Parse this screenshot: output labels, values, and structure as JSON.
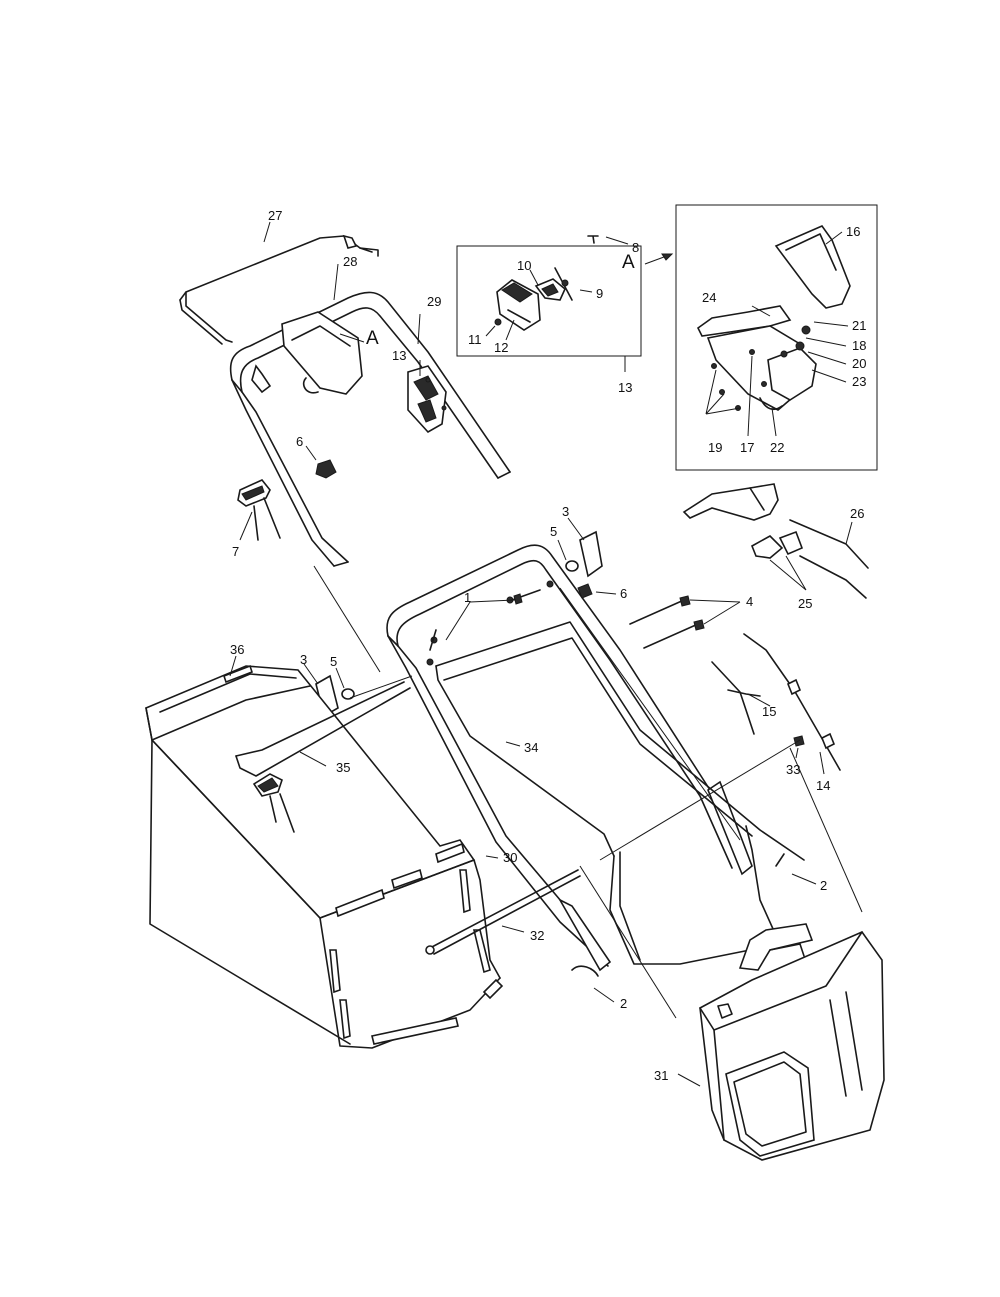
{
  "callouts": {
    "c27": "27",
    "c28": "28",
    "cA1": "A",
    "c29": "29",
    "c13a": "13",
    "c6a": "6",
    "c7": "7",
    "c36": "36",
    "c3a": "3",
    "c5a": "5",
    "c35": "35",
    "c1": "1",
    "c34": "34",
    "c30": "30",
    "c32": "32",
    "c2a": "2",
    "c2b": "2",
    "c3b": "3",
    "c5b": "5",
    "c6b": "6",
    "c4": "4",
    "c15": "15",
    "c33": "33",
    "c14": "14",
    "c26": "26",
    "c25": "25",
    "c31": "31",
    "cA2": "A"
  },
  "inset_switch": {
    "c10": "10",
    "c8": "8",
    "c9": "9",
    "c11": "11",
    "c12": "12",
    "c13": "13"
  },
  "inset_a": {
    "c16": "16",
    "c24": "24",
    "c21": "21",
    "c18": "18",
    "c20": "20",
    "c23": "23",
    "c19": "19",
    "c17": "17",
    "c22": "22"
  }
}
